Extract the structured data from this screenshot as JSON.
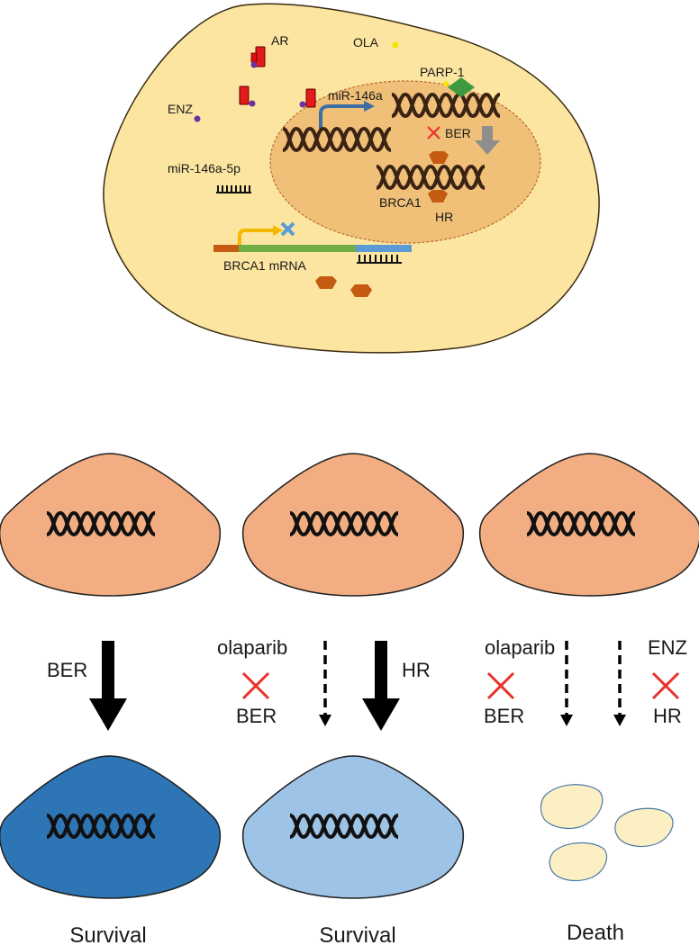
{
  "top_cell": {
    "labels": {
      "ar": "AR",
      "ola": "OLA",
      "enz": "ENZ",
      "parp1": "PARP-1",
      "mir146a": "miR-146a",
      "ber": "BER",
      "brca1": "BRCA1",
      "hr": "HR",
      "mir146a_5p": "miR-146a-5p",
      "brca1_mrna": "BRCA1 mRNA"
    }
  },
  "panels": [
    {
      "arrow_left_label": "BER",
      "outcome": "Survival"
    },
    {
      "left_label_top": "olaparib",
      "left_label_bottom": "BER",
      "right_label": "HR",
      "outcome": "Survival"
    },
    {
      "left_label_top": "olaparib",
      "left_label_bottom": "BER",
      "right_label_top": "ENZ",
      "right_label_bottom": "HR",
      "outcome": "Death"
    }
  ],
  "colors": {
    "cell": "#fbe5a0",
    "nucleus": "#f0bf78",
    "bottom_cell": "#f2ae82",
    "survival_ber": "#2e75b6",
    "survival_hr": "#9dc3e6",
    "dead_fragment": "#fcefc4",
    "dna": "#3b2314",
    "cross": "#e8322b",
    "brca1_protein": "#c55a11",
    "parp1": "#3f9a3f",
    "ar": "#e31b1b",
    "ligand": "#7030a0",
    "ola": "#f5e600"
  }
}
